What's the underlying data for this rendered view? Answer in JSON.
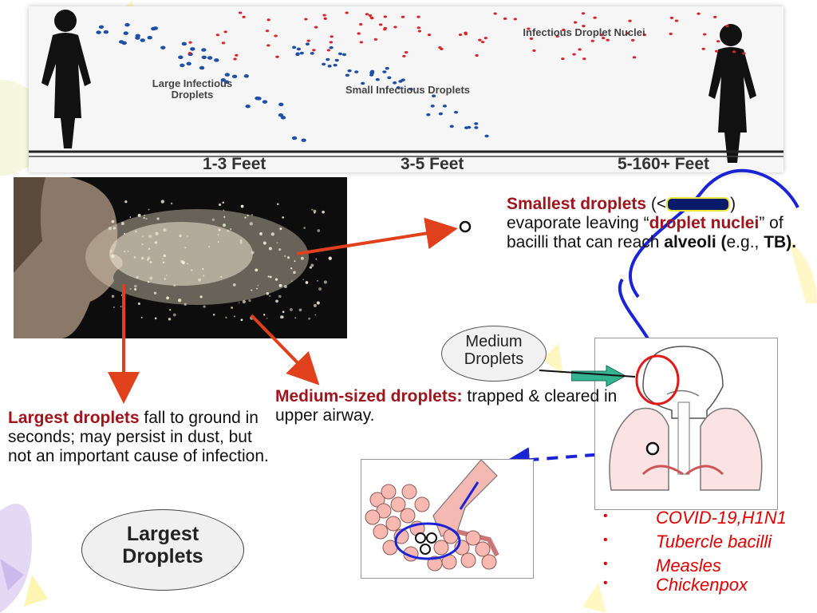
{
  "top_panel": {
    "label_large": "Large Infectious Droplets",
    "label_small": "Small Infectious Droplets",
    "label_nuclei": "Infectious Droplet Nuclei",
    "dist_1": "1-3 Feet",
    "dist_2": "3-5 Feet",
    "dist_3": "5-160+ Feet"
  },
  "smallest": {
    "title": "Smallest droplets",
    "open_paren": "(<",
    "close_paren": ")",
    "line1": "evaporate leaving",
    "quote_open": "“",
    "term": "droplet nuclei",
    "quote_close": "”",
    "line2": "of bacilli that can reach",
    "alveoli": "alveoli (",
    "eg": "e.g.,",
    "tb": "TB)."
  },
  "medium_ellipse": {
    "line1": "Medium",
    "line2": "Droplets"
  },
  "medium_text": {
    "title": "Medium-sized droplets:",
    "rest": "trapped & cleared in upper airway."
  },
  "largest_text": {
    "title": "Largest droplets",
    "rest": "fall to ground in seconds; may persist in dust, but not an important cause of infection."
  },
  "largest_ellipse": {
    "line1": "Largest",
    "line2": "Droplets"
  },
  "diseases": [
    "COVID-19,H1N1",
    "Tubercle bacilli",
    "Measles",
    "Chickenpox"
  ],
  "bullet_char": "•",
  "colors": {
    "arrow_red": "#e0401c",
    "arrow_blue": "#1a23d6",
    "title_red": "#a0141c",
    "disease_red": "#e00000",
    "teal_arrow": "#33b38f"
  }
}
